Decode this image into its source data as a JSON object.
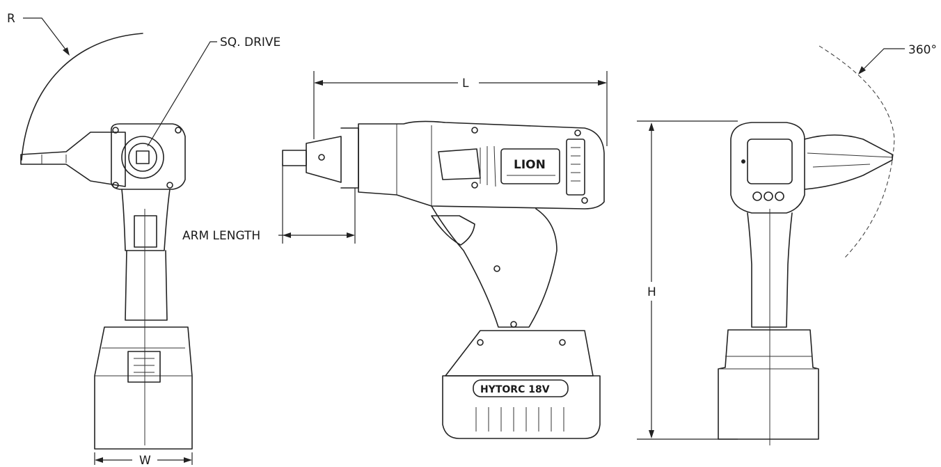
{
  "labels": {
    "radius": "R",
    "square_drive": "SQ. DRIVE",
    "length": "L",
    "arm_length": "ARM LENGTH",
    "width": "W",
    "height": "H",
    "rotation": "360°"
  },
  "branding": {
    "logo": "LION",
    "battery_brand": "HYTORC 18V"
  }
}
